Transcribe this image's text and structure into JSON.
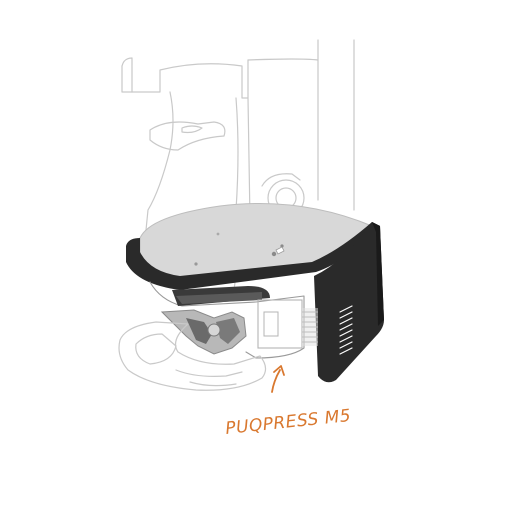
{
  "label": {
    "text": "PUQPRESS M5"
  },
  "colors": {
    "accent": "#d9782f",
    "holder": "#2a2a2a",
    "plate": "#d8d8d8",
    "outline": "#c9c9c9"
  },
  "parts": {
    "grinder": "grinder-outline",
    "holder": "mounting-bracket",
    "tamper": "puqpress-tamper-unit"
  }
}
